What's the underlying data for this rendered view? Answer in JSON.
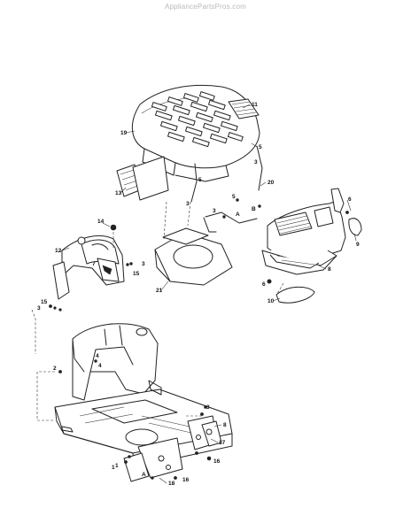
{
  "watermark": "AppliancePartsPros.com",
  "callouts": {
    "c1a": "11",
    "c1b": "5",
    "c1c": "3",
    "c1d": "19",
    "c1e": "5",
    "c1f": "20",
    "c1g": "13",
    "c1h": "3",
    "c1i": "5",
    "c1j": "3",
    "c1k": "A",
    "c1l": "B",
    "c1m": "6",
    "c1n": "9",
    "c1o": "14",
    "c1p": "12",
    "c1q": "7",
    "c1r": "3",
    "c1s": "15",
    "c1t": "8",
    "c1u": "21",
    "c1v": "6",
    "c1w": "10",
    "c1x": "3",
    "c1y": "15",
    "c1z": "4",
    "c2a": "2",
    "c2b": "4",
    "c2c": "3",
    "c2d": "8",
    "c2e": "17",
    "c2f": "1",
    "c2g": "A",
    "c2h": "16",
    "c2i": "16",
    "c2j": "18",
    "c2k": "1"
  }
}
